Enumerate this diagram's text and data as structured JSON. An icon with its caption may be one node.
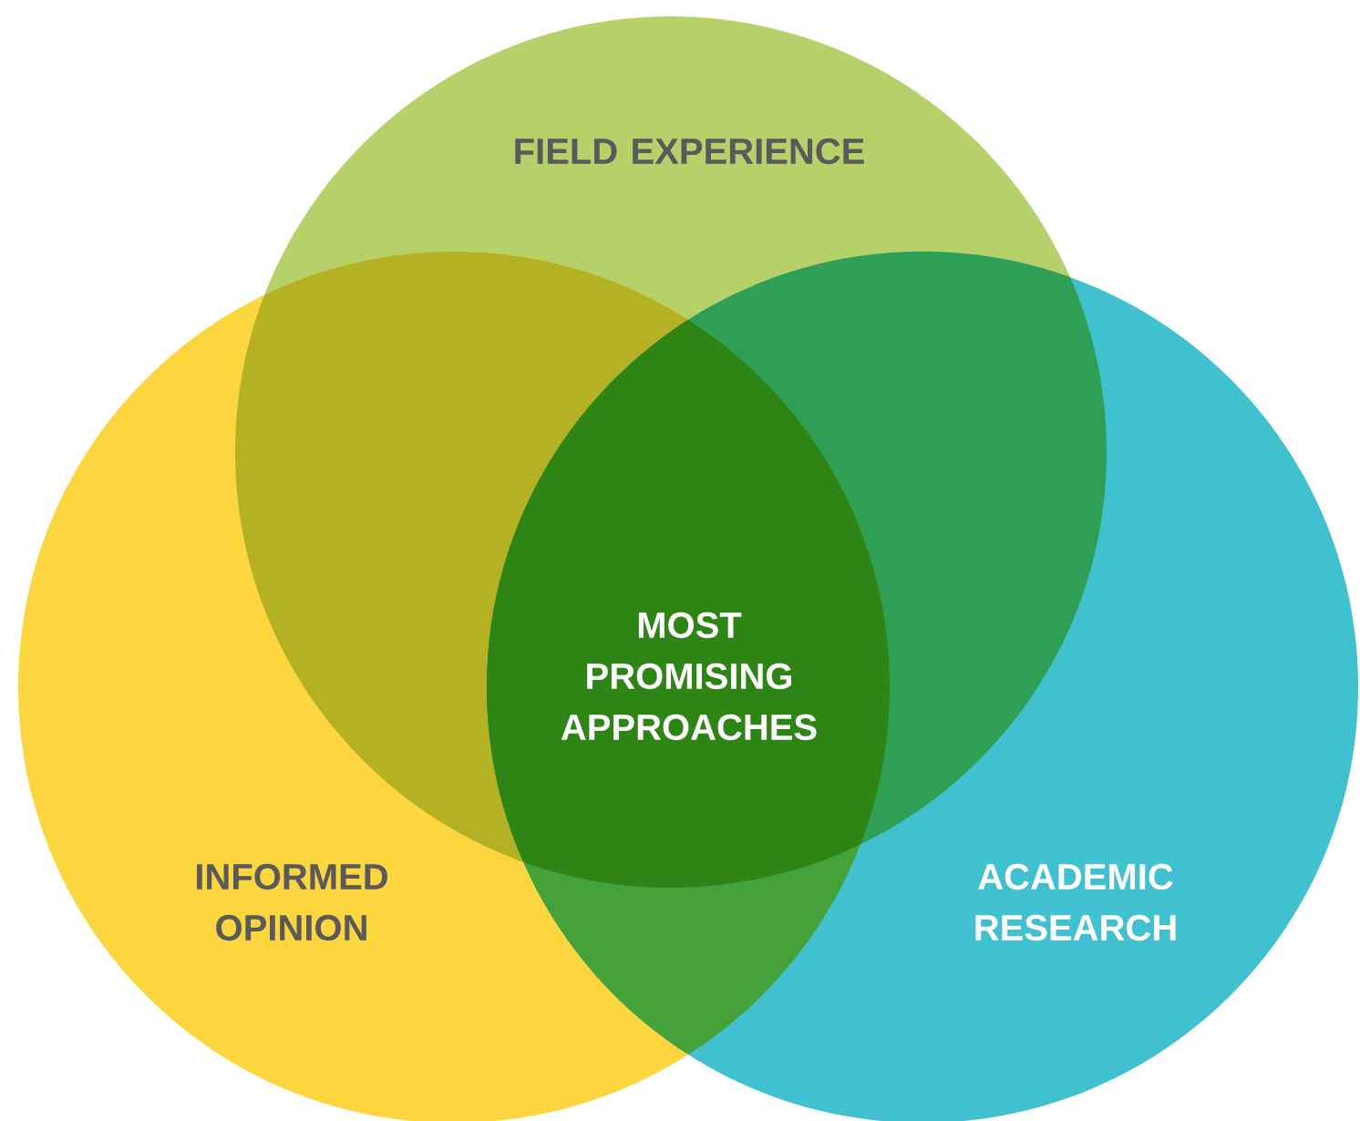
{
  "diagram": {
    "nodes": [
      {
        "text": [
          "FIELD EXPERIENCE"
        ]
      },
      {
        "text": [
          "INFORMED OPINION"
        ]
      },
      {
        "text": [
          "ACADEMIC RESEARCH"
        ]
      }
    ],
    "labels": [
      "MOST PROMISING APPROACHES"
    ]
  }
}
